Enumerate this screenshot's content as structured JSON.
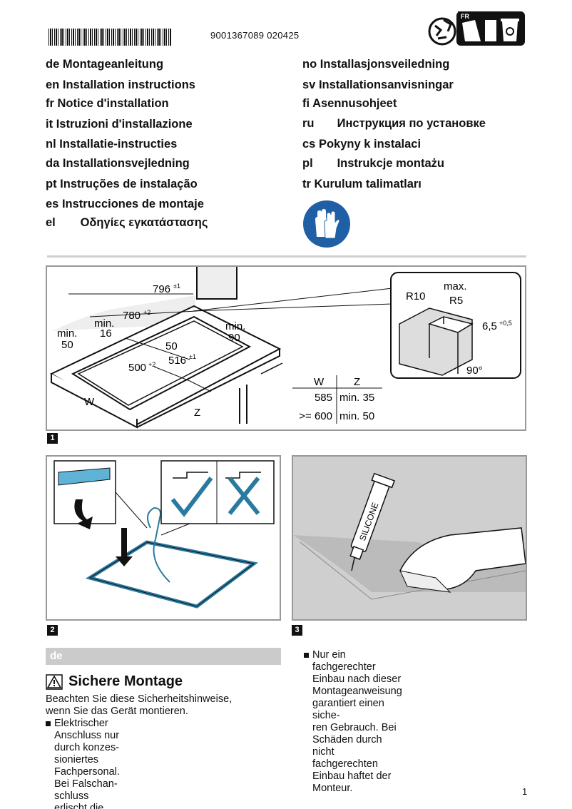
{
  "header": {
    "barcode_icon": "barcode-icon",
    "code": "9001367089 020425",
    "recycle_badge": "FR",
    "recycle_icon": "recycling-triman-icon"
  },
  "languages_left": [
    {
      "code": "de",
      "label": "Montageanleitung"
    },
    {
      "code": "en",
      "label": "Installation instructions"
    },
    {
      "code": "fr",
      "label": "Notice d'installation"
    },
    {
      "code": "it",
      "label": "Istruzioni d'installazione"
    },
    {
      "code": "nl",
      "label": "Installatie-instructies"
    },
    {
      "code": "da",
      "label": "Installationsvejledning"
    },
    {
      "code": "pt",
      "label": "Instruções de instalação"
    },
    {
      "code": "es",
      "label": "Instrucciones de montaje"
    },
    {
      "code": "el",
      "label": "Οδηγίες εγκατάστασης"
    }
  ],
  "languages_right": [
    {
      "code": "no",
      "label": "Installasjonsveiledning"
    },
    {
      "code": "sv",
      "label": "Installationsanvisningar"
    },
    {
      "code": "fi",
      "label": "Asennusohjeet"
    },
    {
      "code": "ru",
      "label": "Инструкция по установке"
    },
    {
      "code": "cs",
      "label": "Pokyny k instalaci"
    },
    {
      "code": "pl",
      "label": "Instrukcje montażu"
    },
    {
      "code": "tr",
      "label": "Kurulum talimatları"
    }
  ],
  "gloves_icon": "safety-gloves-icon",
  "figure1": {
    "number": "1",
    "dims": {
      "d796": "796",
      "d796_tol": "±1",
      "d780": "780",
      "d780_tol": "+2",
      "min16_a": "min.",
      "min16_b": "16",
      "min50_a": "min.",
      "min50_b": "50",
      "min90_a": "min.",
      "min90_b": "90",
      "d50": "50",
      "d516": "516",
      "d516_tol": "±1",
      "d500": "500",
      "d500_tol": "+2",
      "w": "W",
      "z": "Z"
    },
    "detail": {
      "max": "max.",
      "r5": "R5",
      "r10": "R10",
      "d65": "6,5",
      "d65_tol": "+0,5",
      "angle": "90°"
    },
    "table": {
      "headers": [
        "W",
        "Z"
      ],
      "rows": [
        [
          "585",
          "min. 35"
        ],
        [
          ">= 600",
          "min. 50"
        ]
      ]
    }
  },
  "figure2": {
    "number": "2",
    "ok_icon": "checkmark-icon",
    "fail_icon": "cross-icon",
    "arrow_icon": "down-arrow-icon"
  },
  "figure3": {
    "number": "3",
    "tube_label": "SILICONE"
  },
  "section": {
    "lang_tag": "de",
    "warning_icon": "warning-triangle-icon",
    "title": "Sichere Montage",
    "intro_1": "Beachten Sie diese Sicherheitshinweise,",
    "intro_2": "wenn Sie das Gerät montieren.",
    "bullet1": [
      "Elektrischer Anschluss nur durch konzes-",
      "sioniertes Fachpersonal. Bei Falschan-",
      "schluss erlischt die Garantie."
    ],
    "bullet2": [
      "Nur ein fachgerechter Einbau nach dieser",
      "Montageanweisung garantiert einen siche-",
      "ren Gebrauch. Bei Schäden durch nicht",
      "fachgerechten Einbau haftet der Monteur."
    ]
  },
  "page_number": "1"
}
